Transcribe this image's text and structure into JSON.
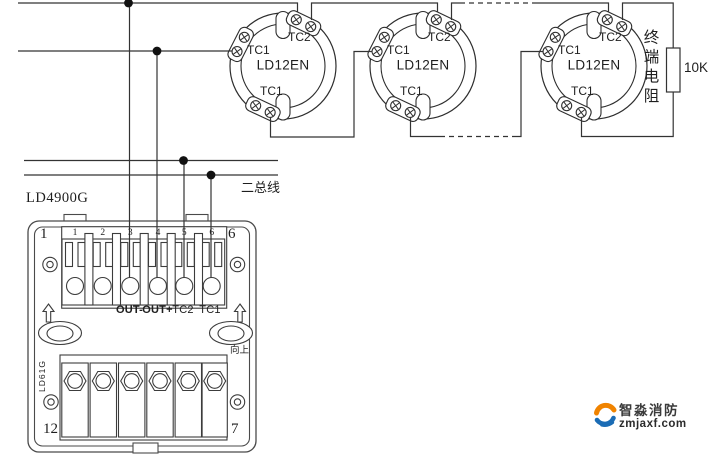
{
  "colors": {
    "ink": "#2e2e2e",
    "logo_orange": "#f08300",
    "logo_blue": "#1b6cb5"
  },
  "bus": {
    "label": "二总线"
  },
  "module": {
    "model": "LD4900G",
    "pcb_side_label": "LD61G",
    "orientation_label": "向上",
    "corner_top_left": "1",
    "corner_top_right": "6",
    "corner_bottom_left": "12",
    "corner_bottom_right": "7",
    "terminal_numbers": [
      "1",
      "2",
      "3",
      "4",
      "5",
      "6"
    ],
    "terminal_labels": [
      "OUT-",
      "OUT+",
      "TC2",
      "TC1"
    ]
  },
  "detectors": [
    {
      "model": "LD12EN",
      "tc1_left": "TC1",
      "tc2_top": "TC2",
      "tc1_bottom": "TC1"
    },
    {
      "model": "LD12EN",
      "tc1_left": "TC1",
      "tc2_top": "TC2",
      "tc1_bottom": "TC1"
    },
    {
      "model": "LD12EN",
      "tc1_left": "TC1",
      "tc2_top": "TC2",
      "tc1_bottom": "TC1"
    }
  ],
  "resistor": {
    "label": "终端电阻",
    "value": "10K"
  },
  "watermark": {
    "brand": "智淼消防",
    "site": "zmjaxf.com"
  }
}
